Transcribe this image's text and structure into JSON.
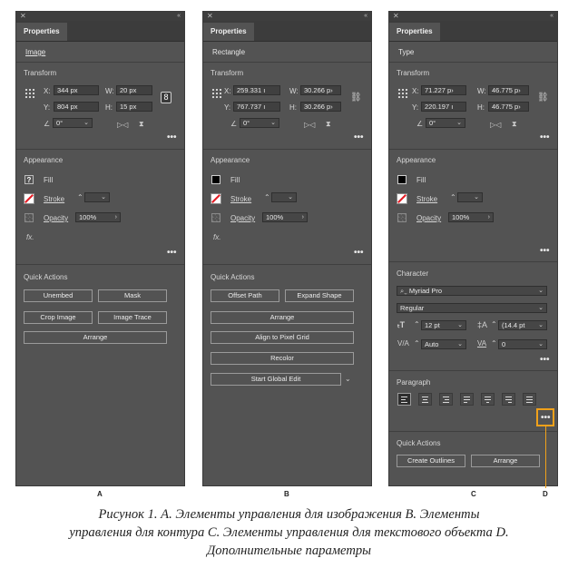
{
  "panels": [
    {
      "tab": "Properties",
      "object": "Image",
      "transform": {
        "title": "Transform",
        "x_label": "X:",
        "x": "344 px",
        "y_label": "Y:",
        "y": "804 px",
        "w_label": "W:",
        "w": "20 px",
        "h_label": "H:",
        "h": "15 px",
        "angle": "0°"
      },
      "appearance": {
        "title": "Appearance",
        "fill": "Fill",
        "stroke": "Stroke",
        "opacity": "Opacity",
        "opacity_value": "100%",
        "fx": "fx."
      },
      "quick_actions": {
        "title": "Quick Actions",
        "buttons": [
          "Unembed",
          "Mask",
          "Crop Image",
          "Image Trace",
          "Arrange"
        ]
      },
      "letter": "A"
    },
    {
      "tab": "Properties",
      "object": "Rectangle",
      "transform": {
        "title": "Transform",
        "x_label": "X:",
        "x": "259.331 ı",
        "y_label": "Y:",
        "y": "767.737 ı",
        "w_label": "W:",
        "w": "30.266 p›",
        "h_label": "H:",
        "h": "30.266 p›",
        "angle": "0°"
      },
      "appearance": {
        "title": "Appearance",
        "fill": "Fill",
        "stroke": "Stroke",
        "opacity": "Opacity",
        "opacity_value": "100%",
        "fx": "fx."
      },
      "quick_actions": {
        "title": "Quick Actions",
        "buttons": [
          "Offset Path",
          "Expand Shape",
          "Arrange",
          "Align to Pixel Grid",
          "Recolor",
          "Start Global Edit"
        ]
      },
      "letter": "B"
    },
    {
      "tab": "Properties",
      "object": "Type",
      "transform": {
        "title": "Transform",
        "x_label": "X:",
        "x": "71.227 p›",
        "y_label": "Y:",
        "y": "220.197 ı",
        "w_label": "W:",
        "w": "46.775 p›",
        "h_label": "H:",
        "h": "46.775 p›",
        "angle": "0°"
      },
      "appearance": {
        "title": "Appearance",
        "fill": "Fill",
        "stroke": "Stroke",
        "opacity": "Opacity",
        "opacity_value": "100%"
      },
      "character": {
        "title": "Character",
        "font": "Myriad Pro",
        "style": "Regular",
        "size": "12 pt",
        "leading": "(14.4 pt",
        "kerning": "Auto",
        "tracking": "0"
      },
      "paragraph": {
        "title": "Paragraph"
      },
      "quick_actions": {
        "title": "Quick Actions",
        "buttons": [
          "Create Outlines",
          "Arrange"
        ]
      },
      "letter": "C",
      "letter_d": "D"
    }
  ],
  "caption": {
    "line1": "Рисунок 1. A. Элементы управления для изображения B. Элементы",
    "line2": "управления для контура C. Элементы управления для текстового объекта D.",
    "line3": "Дополнительные параметры"
  },
  "colors": {
    "panel": "#535353",
    "highlight": "#f0a11a",
    "stroke_none": "#e31b23"
  }
}
